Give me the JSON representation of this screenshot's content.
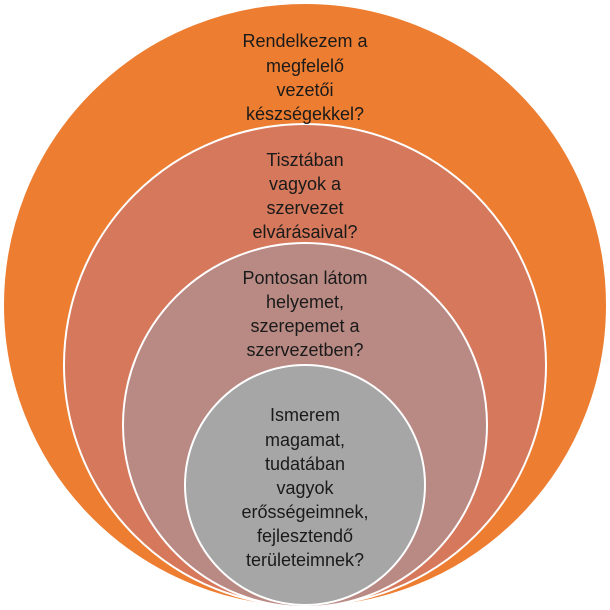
{
  "colors": {
    "level1": "#ED7D31",
    "level2": "#D5785B",
    "level3": "#B98A84",
    "level4": "#A6A6A6",
    "border": "#FFFFFF"
  },
  "levels": [
    {
      "lines": [
        "Rendelkezem a",
        "megfelelő",
        "vezetői",
        "készségekkel?"
      ]
    },
    {
      "lines": [
        "Tisztában",
        "vagyok a",
        "szervezet",
        "elvárásaival?"
      ]
    },
    {
      "lines": [
        "Pontosan látom",
        "helyemet,",
        "szerepemet a",
        "szervezetben?"
      ]
    },
    {
      "lines": [
        "Ismerem",
        "magamat,",
        "tudatában",
        "vagyok",
        "erősségeimnek,",
        "fejlesztendő",
        "területeimnek?"
      ]
    }
  ]
}
